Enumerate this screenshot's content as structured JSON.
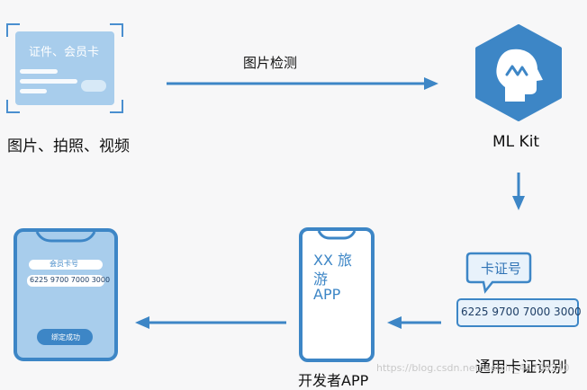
{
  "card": {
    "title": "证件、会员卡"
  },
  "labels": {
    "source": "图片、拍照、视频",
    "detect": "图片检测",
    "mlkit": "ML Kit",
    "general_card": "通用卡证识别",
    "developer_app": "开发者APP"
  },
  "bubble": {
    "title": "卡证号",
    "number": "6225 9700 7000 3000"
  },
  "dev_app": {
    "name_line1": "XX 旅",
    "name_line2": "游",
    "name_line3": "APP"
  },
  "member_phone": {
    "field_label": "会员卡号",
    "card_number": "6225 9700 7000 3000",
    "button": "绑定成功"
  },
  "watermark": "https://blog.csdn.net/weixin_44708240",
  "colors": {
    "accent": "#3d86c6",
    "light": "#cfe4f7",
    "bubble": "#e8f2fb"
  }
}
